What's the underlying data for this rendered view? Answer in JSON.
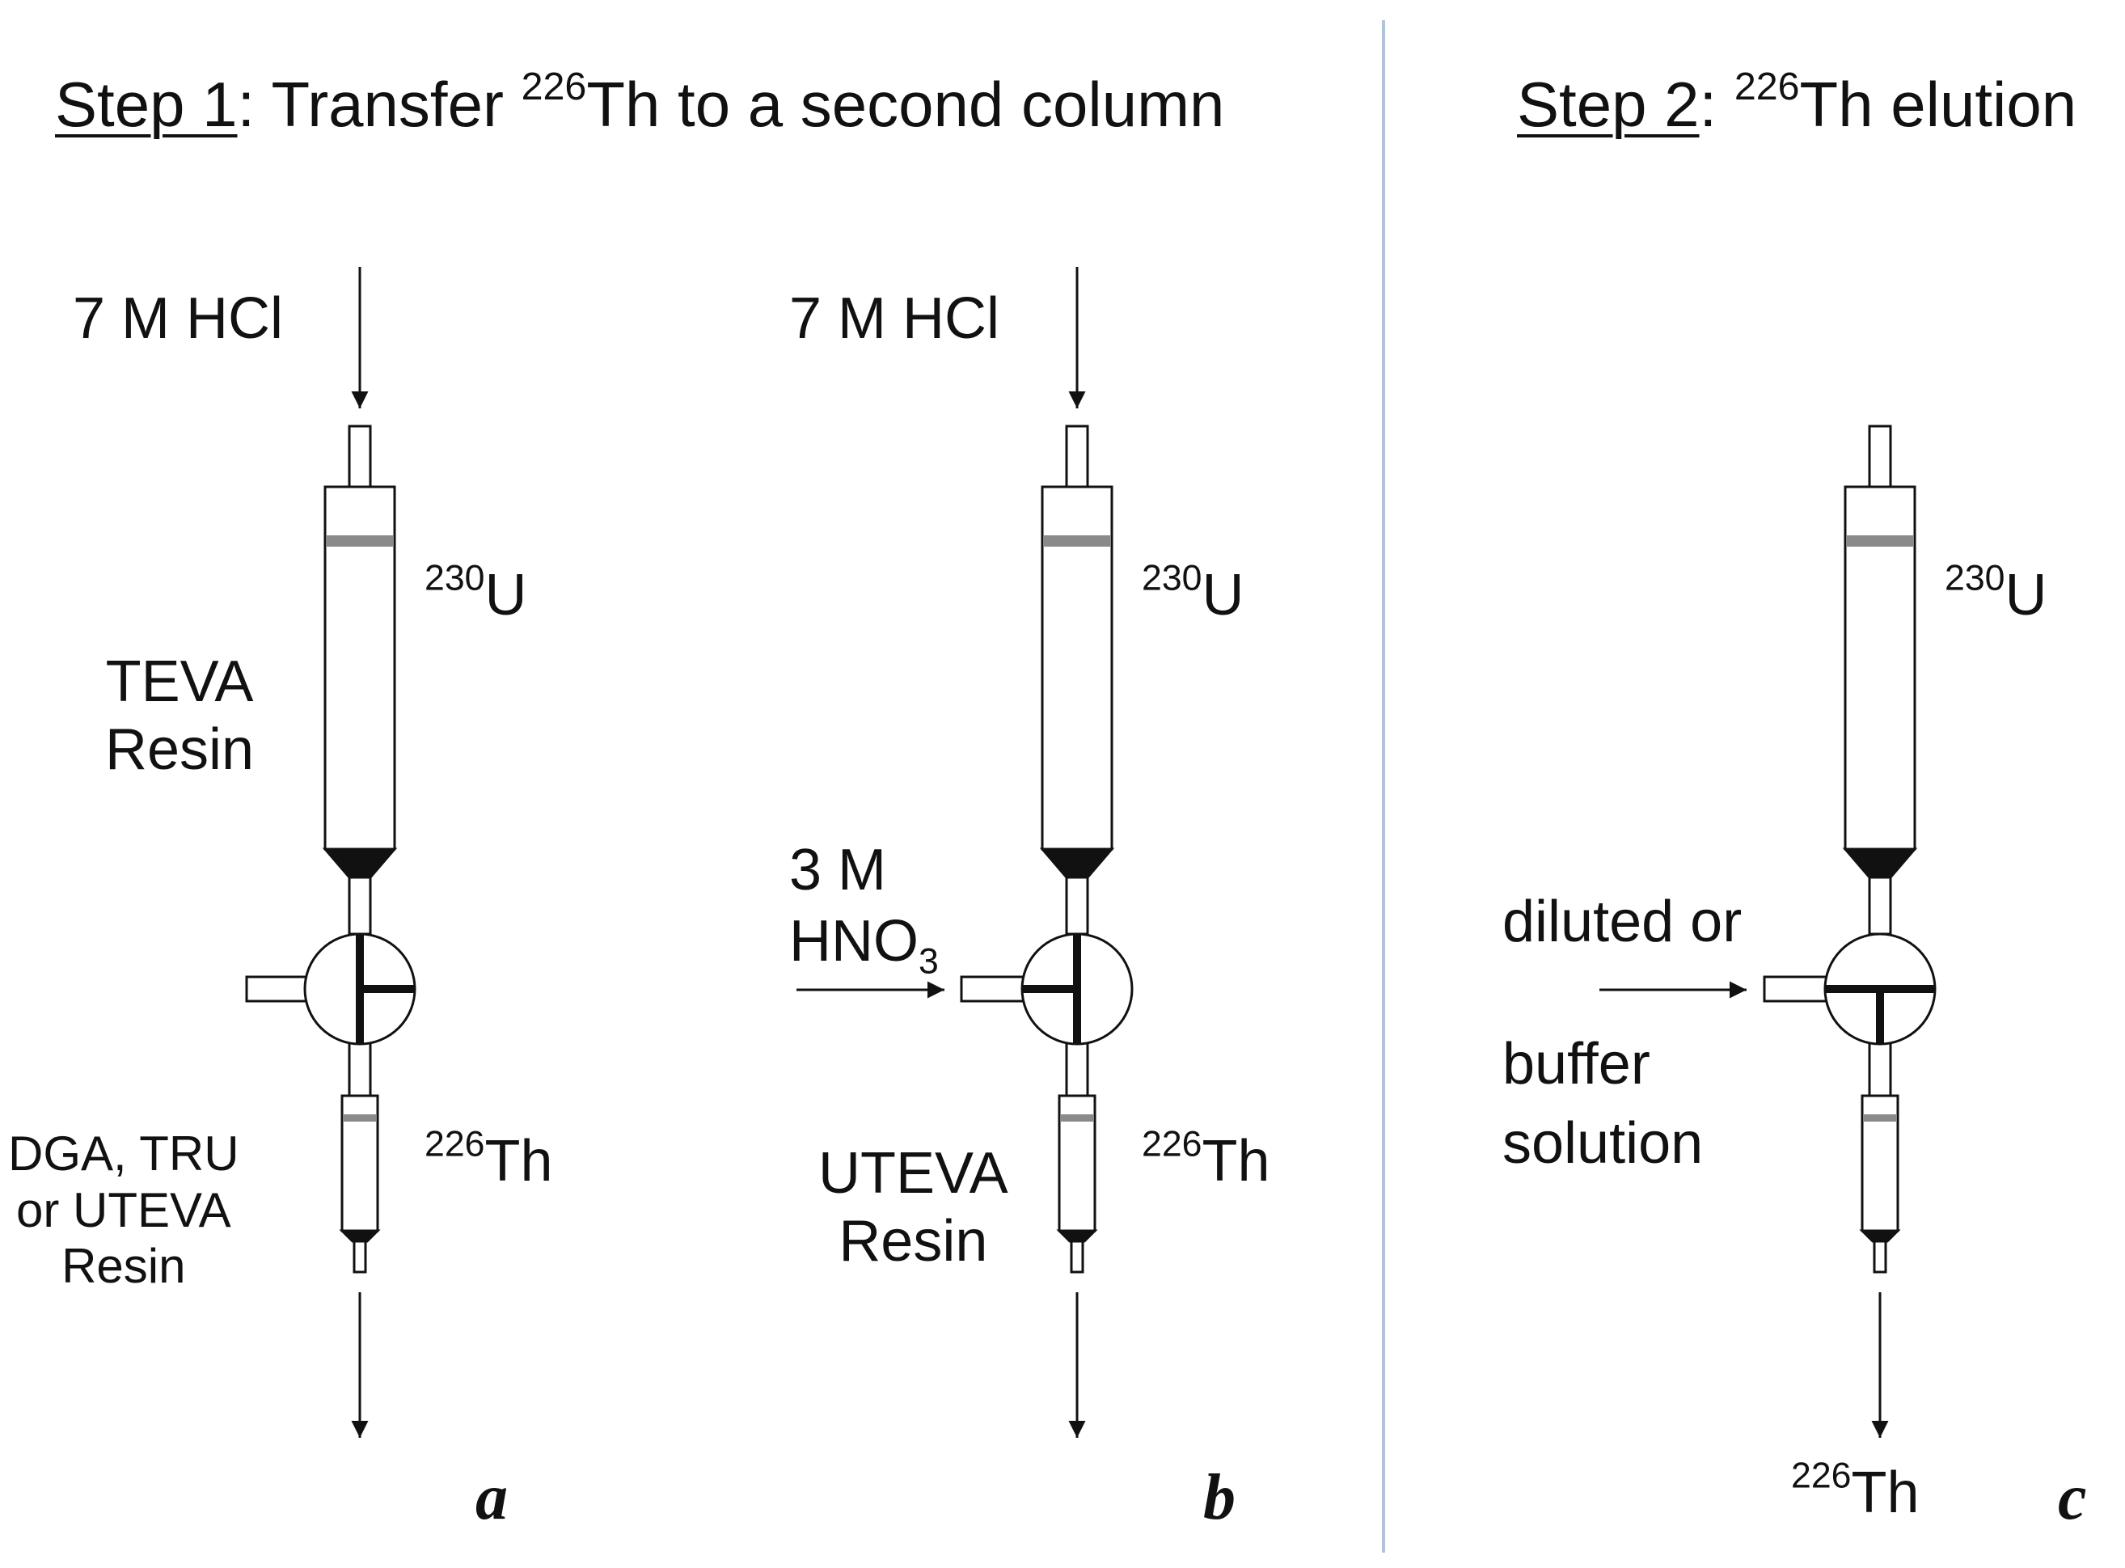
{
  "step1": {
    "label": "Step 1",
    "text_before": ": Transfer ",
    "iso": "226",
    "text_after": "Th to a second column"
  },
  "step2": {
    "label": "Step 2",
    "text_before": ": ",
    "iso": "226",
    "text_after": "Th elution"
  },
  "panel_a": {
    "letter": "a",
    "inlet": "7 M HCl",
    "resin_upper": "TEVA\nResin",
    "upper_iso": "230",
    "upper_el": "U",
    "lower_iso": "226",
    "lower_el": "Th",
    "resin_lower": "DGA, TRU\nor UTEVA\nResin"
  },
  "panel_b": {
    "letter": "b",
    "inlet": "7 M HCl",
    "side_line1": "3 M",
    "side_line2": "HNO",
    "side_sub": "3",
    "upper_iso": "230",
    "upper_el": "U",
    "lower_iso": "226",
    "lower_el": "Th",
    "resin_lower": "UTEVA\nResin"
  },
  "panel_c": {
    "letter": "c",
    "side_line1": "diluted or",
    "side_line2": "buffer",
    "side_line3": "solution",
    "upper_iso": "230",
    "upper_el": "U",
    "out_iso": "226",
    "out_el": "Th"
  },
  "colors": {
    "ink": "#111111",
    "divider": "#aec4e4",
    "band": "#8a8a8a"
  }
}
